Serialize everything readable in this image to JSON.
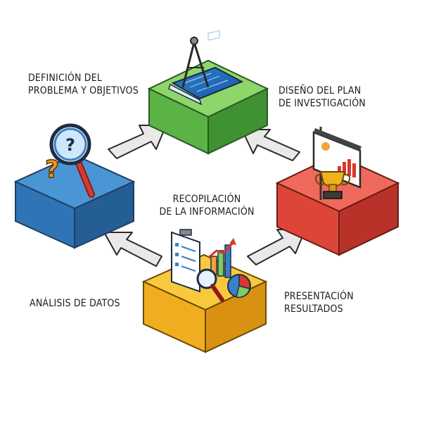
{
  "diagram": {
    "steps": [
      {
        "label": "DEFINICIÓN DEL\nPROBLEMA Y OBJETIVOS",
        "color": "#3d86c6",
        "icon": "magnifier-question-icon"
      },
      {
        "label": "DISEÑO DEL PLAN\nDE INVESTIGACIÓN",
        "color": "#7fcc5f",
        "icon": "blueprint-compass-icon"
      },
      {
        "label": "PRESENTACIÓN\nRESULTADOS",
        "color": "#e85149",
        "icon": "presentation-trophy-icon"
      },
      {
        "label": "ANÁLISIS DE DATOS",
        "color": "#f7b82d",
        "icon": "checklist-chart-icon"
      }
    ],
    "center_label": "RECOPILACIÓN\nDE LA INFORMACIÓN",
    "arrow_color": "#e6e6e6"
  }
}
